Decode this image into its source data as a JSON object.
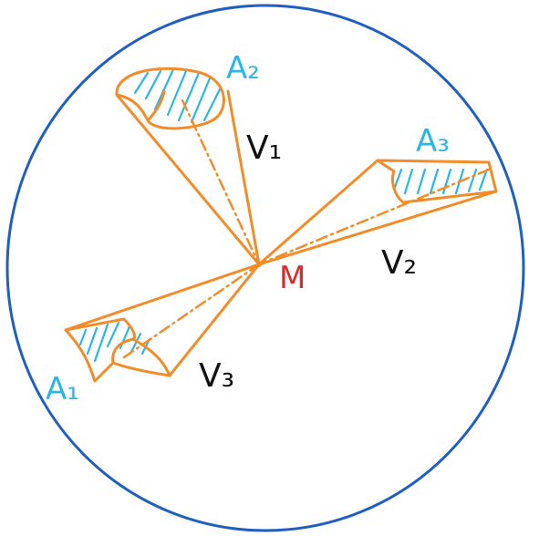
{
  "labels": {
    "A2": "A₂",
    "A3": "A₃",
    "A1": "A₁",
    "V1": "V₁",
    "V2": "V₂",
    "V3": "V₃",
    "M": "M"
  },
  "colors": {
    "circle": "#1f5fbf",
    "cone": "#f28c28",
    "hatch": "#29b6e8",
    "area_label": "#29b6e8",
    "volume_label": "#111111",
    "point_label": "#e02a2a"
  }
}
